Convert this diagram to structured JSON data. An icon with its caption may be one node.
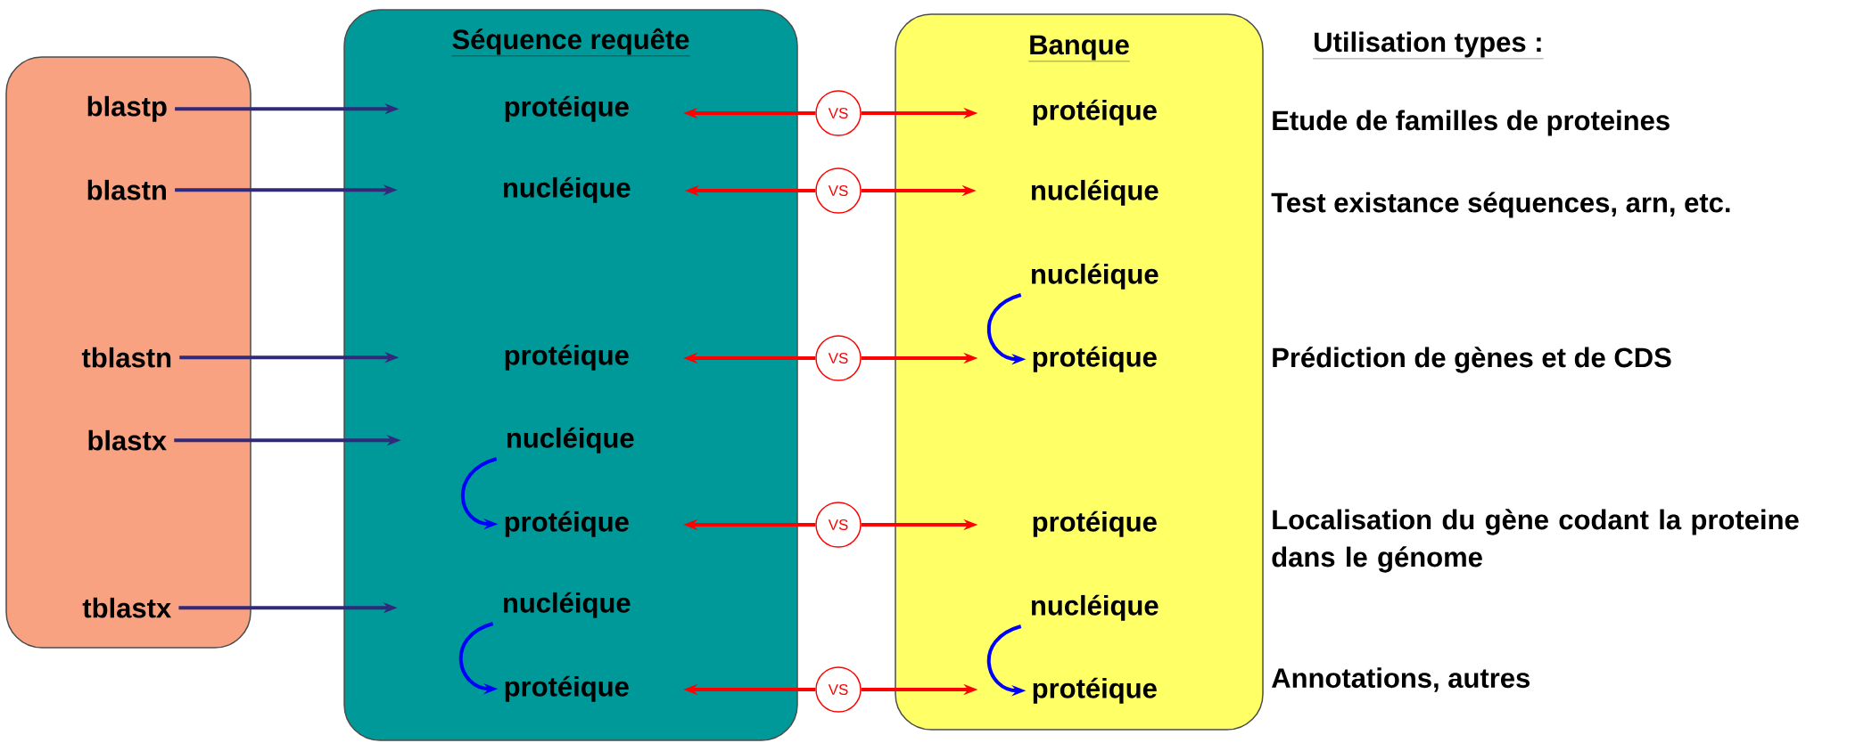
{
  "diagram": {
    "nodes": [
      {
        "text": [],
        "shape": "box"
      },
      {
        "text": [
          "blastp"
        ],
        "in": 0
      },
      {
        "text": [
          "blastn"
        ],
        "in": 0
      },
      {
        "text": [
          "tblastn"
        ],
        "in": 0
      },
      {
        "text": [
          "blastx"
        ],
        "in": 0
      },
      {
        "text": [
          "tblastx"
        ],
        "in": 0
      },
      {
        "text": [
          "Séquence requête"
        ]
      },
      {
        "text": [
          "protéique"
        ],
        "in": 6
      },
      {
        "text": [
          "nucléique"
        ],
        "in": 6
      },
      {
        "text": [
          "protéique"
        ],
        "in": 6
      },
      {
        "text": [
          "nucléique"
        ],
        "in": 6
      },
      {
        "text": [
          "protéique"
        ],
        "in": 6
      },
      {
        "text": [
          "nucléique"
        ],
        "in": 6
      },
      {
        "text": [
          "protéique"
        ],
        "in": 6
      },
      {
        "text": [
          "Banque"
        ]
      },
      {
        "text": [
          "protéique"
        ],
        "in": 14
      },
      {
        "text": [
          "nucléique"
        ],
        "in": 14
      },
      {
        "text": [
          "nucléique"
        ],
        "in": 14
      },
      {
        "text": [
          "protéique"
        ],
        "in": 14
      },
      {
        "text": [
          "protéique"
        ],
        "in": 14
      },
      {
        "text": [
          "nucléique"
        ],
        "in": 14
      },
      {
        "text": [
          "protéique"
        ],
        "in": 14
      },
      {
        "text": [
          "VS"
        ]
      },
      {
        "text": [
          "VS"
        ]
      },
      {
        "text": [
          "VS"
        ]
      },
      {
        "text": [
          "VS"
        ]
      },
      {
        "text": [
          "VS"
        ]
      }
    ],
    "edges": [
      {
        "from": 1,
        "to": 7,
        "arrow": "to",
        "color": "#312a7a"
      },
      {
        "from": 2,
        "to": 8,
        "arrow": "to",
        "color": "#312a7a"
      },
      {
        "from": 3,
        "to": 9,
        "arrow": "to",
        "color": "#312a7a"
      },
      {
        "from": 4,
        "to": 10,
        "arrow": "to",
        "color": "#312a7a"
      },
      {
        "from": 5,
        "to": 12,
        "arrow": "to",
        "color": "#312a7a"
      },
      {
        "from": 22,
        "to": 7,
        "arrow": "to"
      },
      {
        "from": 22,
        "to": 15,
        "arrow": "to"
      },
      {
        "from": 23,
        "to": 8,
        "arrow": "to"
      },
      {
        "from": 23,
        "to": 16,
        "arrow": "to"
      },
      {
        "from": 24,
        "to": 9,
        "arrow": "to"
      },
      {
        "from": 24,
        "to": 18,
        "arrow": "to"
      },
      {
        "from": 25,
        "to": 11,
        "arrow": "to"
      },
      {
        "from": 25,
        "to": 19,
        "arrow": "to"
      },
      {
        "from": 26,
        "to": 13,
        "arrow": "to"
      },
      {
        "from": 26,
        "to": 21,
        "arrow": "to"
      },
      {
        "from": 10,
        "to": 11,
        "arrow": "to",
        "color": "#0000ff"
      },
      {
        "from": 12,
        "to": 13,
        "arrow": "to",
        "color": "#0000ff"
      },
      {
        "from": 17,
        "to": 18,
        "arrow": "to",
        "color": "#0000ff"
      },
      {
        "from": 20,
        "to": 21,
        "arrow": "to",
        "color": "#0000ff"
      }
    ],
    "labels": [
      "Utilisation types :",
      "Etude de familles de proteines",
      "Test existance séquences, arn, etc.",
      "Prédiction de gènes et de CDS",
      "Localisation du gène codant la proteine dans le génome",
      "Annotations, autres"
    ]
  }
}
